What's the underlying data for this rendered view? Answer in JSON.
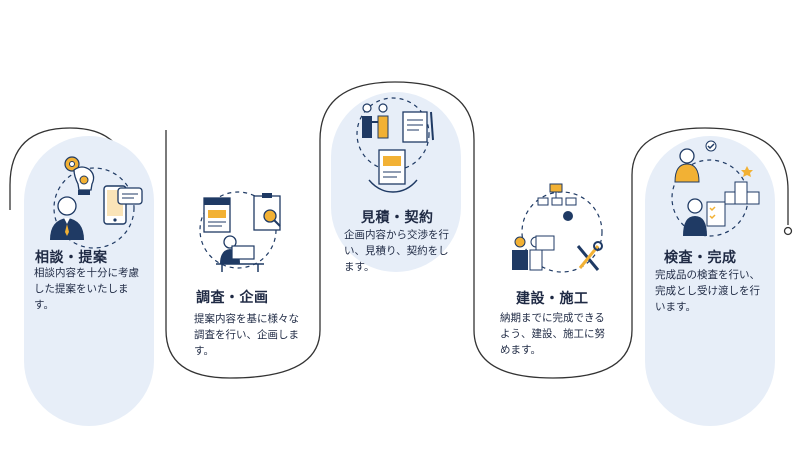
{
  "steps": [
    {
      "title": "相談・提案",
      "desc": "相談内容を十分に考慮した提案をいたします。"
    },
    {
      "title": "調査・企画",
      "desc": "提案内容を基に様々な調査を行い、企画します。"
    },
    {
      "title": "見積・契約",
      "desc": "企画内容から交渉を行い、見積り、契約をします。"
    },
    {
      "title": "建設・施工",
      "desc": "納期までに完成できるよう、建設、施工に努めます。"
    },
    {
      "title": "検査・完成",
      "desc": "完成品の検査を行い、完成とし受け渡しを行います。"
    }
  ],
  "colors": {
    "navy": "#1f3a64",
    "accent": "#f2b134",
    "card": "#e7eef8",
    "line": "#333333"
  }
}
